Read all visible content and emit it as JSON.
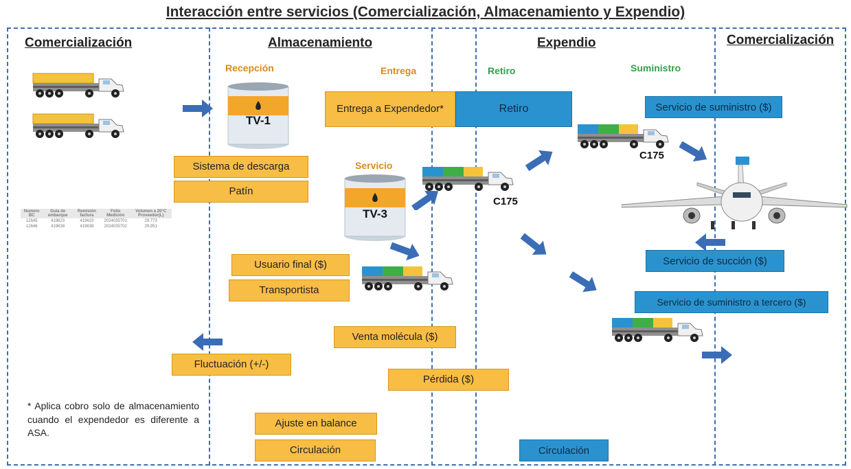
{
  "title": "Interacción entre servicios (Comercialización, Almacenamiento y Expendio)",
  "sections": {
    "comercializacion_left": "Comercialización",
    "almacenamiento": "Almacenamiento",
    "expendio": "Expendio",
    "comercializacion_right": "Comercialización"
  },
  "subheadings": {
    "recepcion": "Recepción",
    "entrega": "Entrega",
    "retiro": "Retiro",
    "suministro": "Suministro",
    "servicio": "Servicio"
  },
  "tanks": {
    "tv1": "TV-1",
    "tv3": "TV-3"
  },
  "truck_labels": {
    "c175_a": "C175",
    "c175_b": "C175"
  },
  "boxes": {
    "entrega_expendedor": "Entrega a Expendedor*",
    "retiro": "Retiro",
    "servicio_suministro": "Servicio de suministro ($)",
    "sistema_descarga": "Sistema de descarga",
    "patin": "Patín",
    "usuario_final": "Usuario final ($)",
    "transportista": "Transportista",
    "servicio_succion": "Servicio de succión ($)",
    "suministro_tercero": "Servicio de suministro a tercero ($)",
    "venta_molecula": "Venta molécula ($)",
    "fluctuacion": "Fluctuación (+/-)",
    "perdida": "Pérdida ($)",
    "ajuste_balance": "Ajuste en balance",
    "circulacion_a": "Circulación",
    "circulacion_b": "Circulación"
  },
  "note": "* Aplica cobro solo de almacenamiento cuando el expendedor es diferente a ASA.",
  "mini_table": {
    "headers": [
      "Numero BC",
      "Guía de embarque",
      "Remisión factura",
      "Folio Medición",
      "Volumen a 20°C Proveedor(L)"
    ],
    "rows": [
      [
        "12645",
        "419623",
        "419623",
        "2024035701",
        "29,773"
      ],
      [
        "12646",
        "419638",
        "419638",
        "2024035702",
        "29,951"
      ]
    ]
  },
  "colors": {
    "orange_box": "#f8bd45",
    "blue_box": "#2a93cf",
    "arrow": "#3a6db5",
    "divider": "#3a6db5"
  }
}
